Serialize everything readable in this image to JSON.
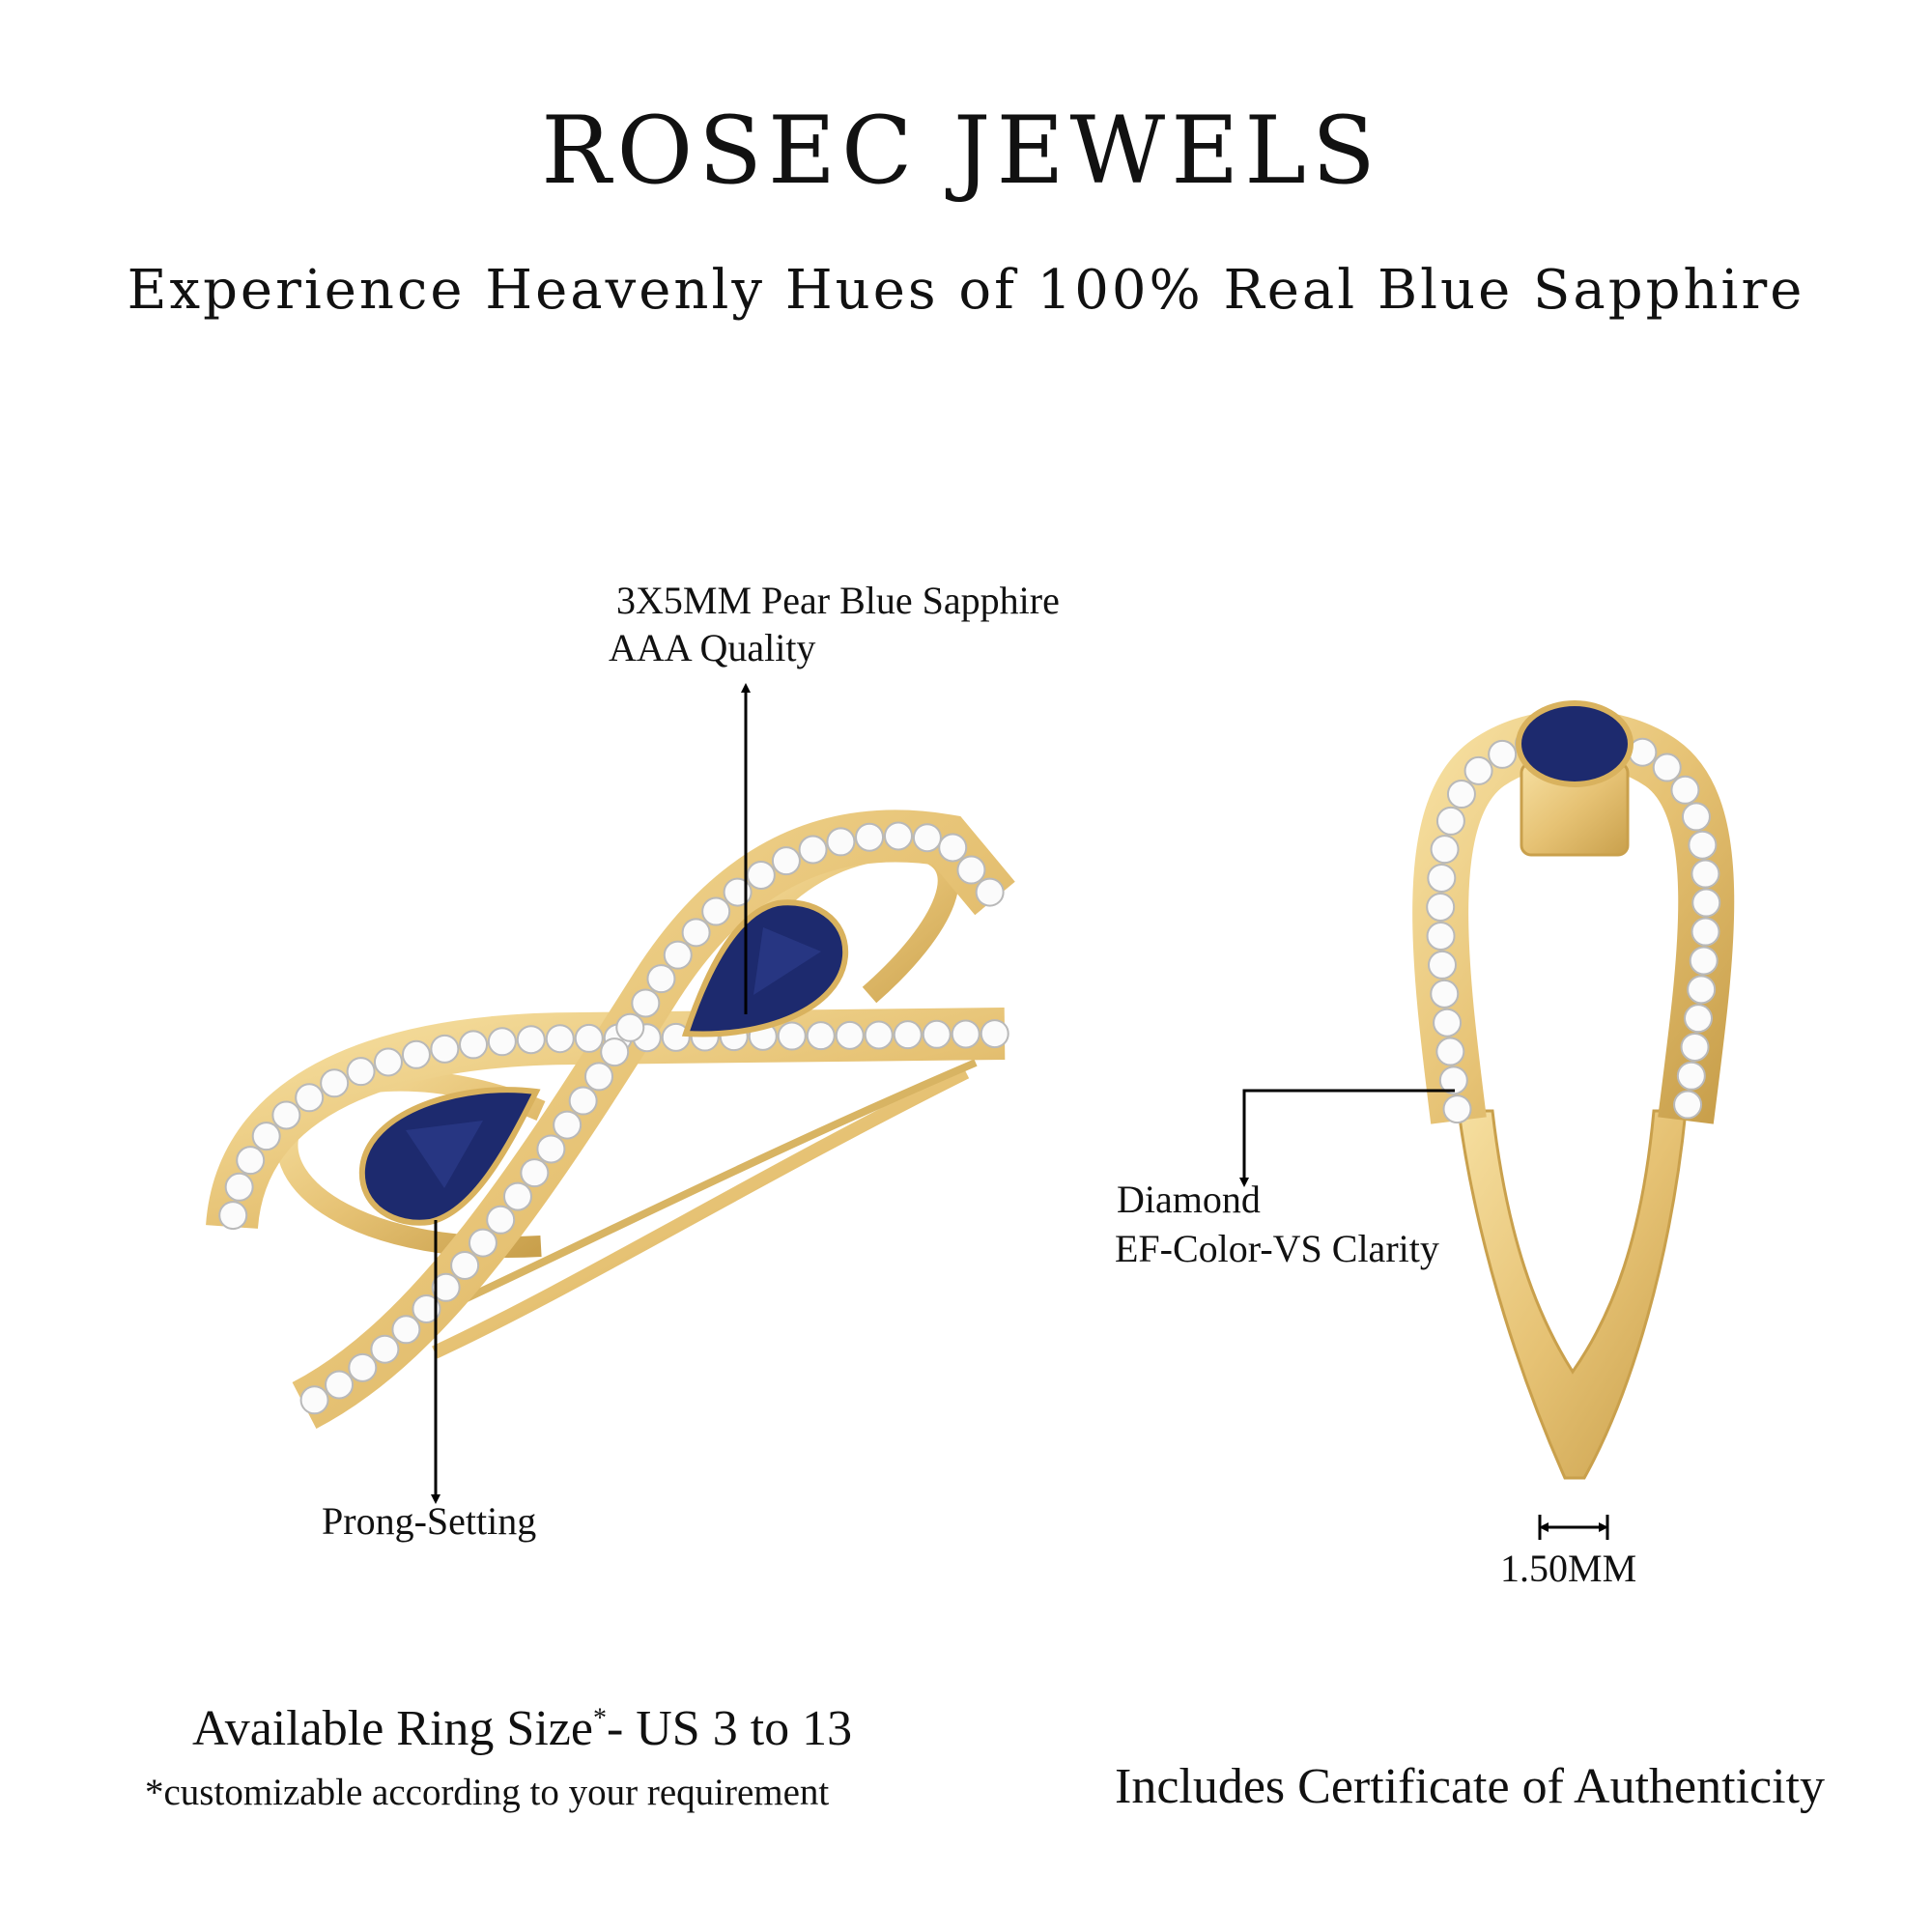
{
  "header": {
    "brand": "ROSEC JEWELS",
    "tagline": "Experience Heavenly Hues of 100% Real Blue Sapphire"
  },
  "annotations": {
    "gem_line1": "3X5MM Pear Blue Sapphire",
    "gem_line2": "AAA Quality",
    "setting": "Prong-Setting",
    "diamond_line1": "Diamond",
    "diamond_line2": "EF-Color-VS Clarity",
    "band_width": "1.50MM"
  },
  "footer": {
    "ring_size": "Available Ring Size",
    "ring_size_mark": "*",
    "ring_size_range": "- US 3 to 13",
    "customizable_note": "*customizable according to your requirement",
    "certificate": "Includes Certificate of Authenticity"
  },
  "colors": {
    "gold": "#e9c97c",
    "gold_dark": "#c9a24e",
    "sapphire": "#1d2a6e",
    "diamond": "#ffffff"
  }
}
